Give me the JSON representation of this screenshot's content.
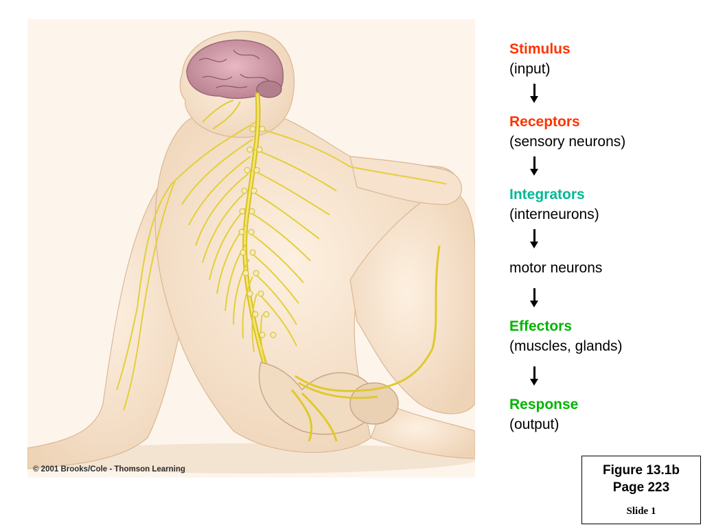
{
  "illustration": {
    "copyright": "© 2001 Brooks/Cole - Thomson Learning"
  },
  "flow": {
    "steps": [
      {
        "title": "Stimulus",
        "subtitle": "(input)",
        "color": "#ff3300"
      },
      {
        "title": "Receptors",
        "subtitle": "(sensory neurons)",
        "color": "#ff3300"
      },
      {
        "title": "Integrators",
        "subtitle": "(interneurons)",
        "color": "#00b894"
      },
      {
        "title": "motor neurons",
        "subtitle": "",
        "color": "#000000"
      },
      {
        "title": "Effectors",
        "subtitle": "(muscles, glands)",
        "color": "#00b400"
      },
      {
        "title": "Response",
        "subtitle": "(output)",
        "color": "#00b400"
      }
    ]
  },
  "figure_box": {
    "figure": "Figure 13.1b",
    "page": "Page 223",
    "slide": "Slide 1"
  }
}
